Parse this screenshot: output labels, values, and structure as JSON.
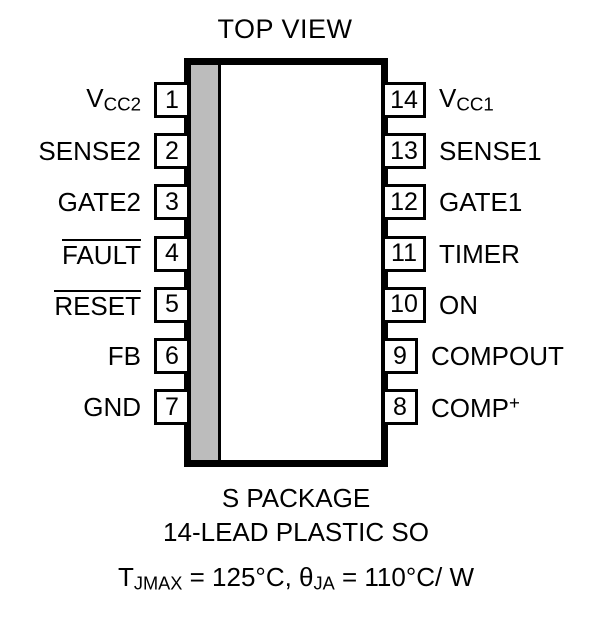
{
  "title": "TOP VIEW",
  "package": {
    "stripe_color": "#bcbcbc",
    "body_color": "#ffffff",
    "outline_color": "#000000"
  },
  "pins": {
    "left": [
      {
        "number": "1",
        "label": "V",
        "sub": "CC2",
        "overline": false,
        "sup": ""
      },
      {
        "number": "2",
        "label": "SENSE2",
        "sub": "",
        "overline": false,
        "sup": ""
      },
      {
        "number": "3",
        "label": "GATE2",
        "sub": "",
        "overline": false,
        "sup": ""
      },
      {
        "number": "4",
        "label": "FAULT",
        "sub": "",
        "overline": true,
        "sup": ""
      },
      {
        "number": "5",
        "label": "RESET",
        "sub": "",
        "overline": true,
        "sup": ""
      },
      {
        "number": "6",
        "label": "FB",
        "sub": "",
        "overline": false,
        "sup": ""
      },
      {
        "number": "7",
        "label": "GND",
        "sub": "",
        "overline": false,
        "sup": ""
      }
    ],
    "right": [
      {
        "number": "14",
        "label": "V",
        "sub": "CC1",
        "overline": false,
        "sup": ""
      },
      {
        "number": "13",
        "label": "SENSE1",
        "sub": "",
        "overline": false,
        "sup": ""
      },
      {
        "number": "12",
        "label": "GATE1",
        "sub": "",
        "overline": false,
        "sup": ""
      },
      {
        "number": "11",
        "label": "TIMER",
        "sub": "",
        "overline": false,
        "sup": ""
      },
      {
        "number": "10",
        "label": "ON",
        "sub": "",
        "overline": false,
        "sup": ""
      },
      {
        "number": "9",
        "label": "COMPOUT",
        "sub": "",
        "overline": false,
        "sup": ""
      },
      {
        "number": "8",
        "label": "COMP",
        "sub": "",
        "overline": false,
        "sup": "+"
      }
    ]
  },
  "footer": {
    "line1": "S PACKAGE",
    "line2": "14-LEAD PLASTIC SO",
    "thermal": {
      "t_symbol": "T",
      "t_sub": "JMAX",
      "t_value": " = 125°C, ",
      "theta_symbol": "θ",
      "theta_sub": "JA",
      "theta_value": " = 110°C/ W"
    }
  }
}
